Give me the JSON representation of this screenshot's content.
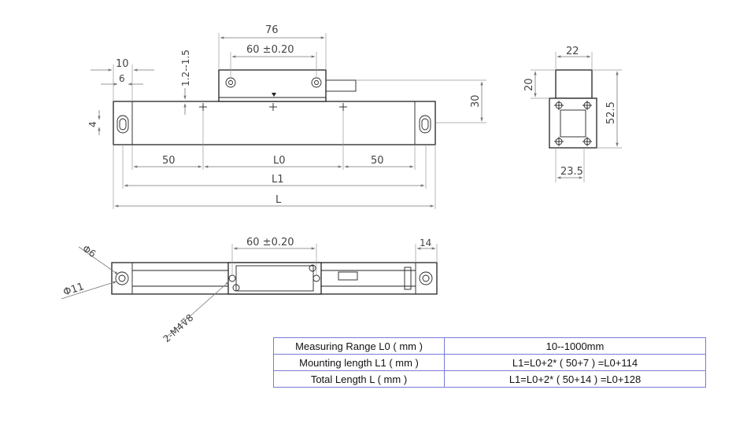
{
  "top_view": {
    "dim_76": "76",
    "dim_60": "60 ±0.20",
    "dim_10": "10",
    "dim_6": "6",
    "dim_gap": "1.2--1.5",
    "dim_30": "30",
    "dim_4": "4",
    "dim_50_left": "50",
    "dim_L0": "L0",
    "dim_50_right": "50",
    "dim_L1": "L1",
    "dim_L": "L"
  },
  "side_view": {
    "dim_22": "22",
    "dim_20": "20",
    "dim_52_5": "52.5",
    "dim_23_5": "23.5"
  },
  "bottom_view": {
    "dim_60": "60 ±0.20",
    "dim_14": "14",
    "dim_dia6": "Φ6",
    "dim_dia11": "Φ11",
    "dim_thread": "2-M4⊽8"
  },
  "spec_table": {
    "rows": [
      {
        "label": "Measuring Range L0 ( mm )",
        "value": "10--1000mm"
      },
      {
        "label": "Mounting length L1 ( mm )",
        "value": "L1=L0+2* ( 50+7 ) =L0+114"
      },
      {
        "label": "Total Length L ( mm )",
        "value": "L1=L0+2* ( 50+14 ) =L0+128"
      }
    ]
  },
  "colors": {
    "table_border": "#7a7ad8",
    "line": "#222222",
    "dimension": "#777777"
  }
}
